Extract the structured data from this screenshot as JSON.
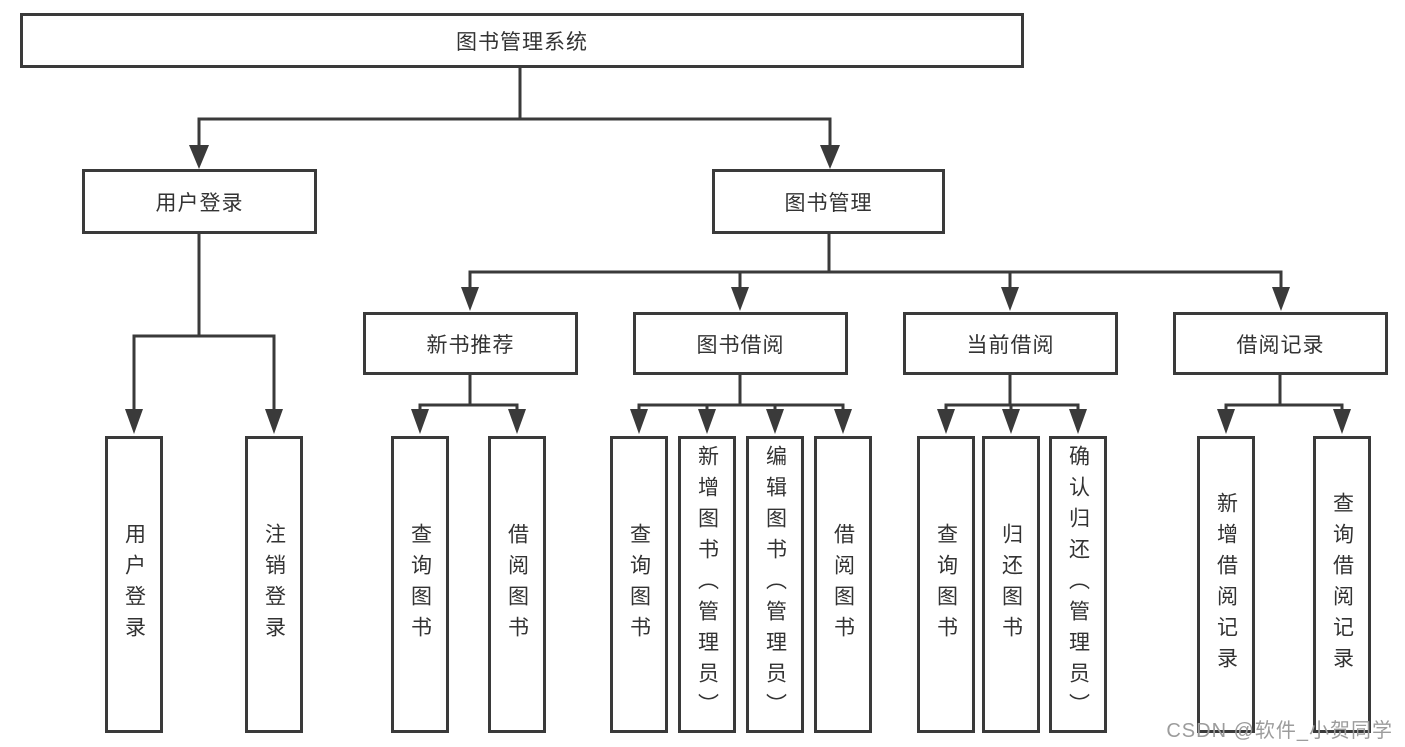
{
  "root": {
    "label": "图书管理系统"
  },
  "branches": [
    {
      "label": "用户登录",
      "children": [
        {
          "label": "用户登录"
        },
        {
          "label": "注销登录"
        }
      ]
    },
    {
      "label": "图书管理",
      "children": [
        {
          "label": "新书推荐",
          "children": [
            {
              "label": "查询图书"
            },
            {
              "label": "借阅图书"
            }
          ]
        },
        {
          "label": "图书借阅",
          "children": [
            {
              "label": "查询图书"
            },
            {
              "label": "新增图书（管理员）"
            },
            {
              "label": "编辑图书（管理员）"
            },
            {
              "label": "借阅图书"
            }
          ]
        },
        {
          "label": "当前借阅",
          "children": [
            {
              "label": "查询图书"
            },
            {
              "label": "归还图书"
            },
            {
              "label": "确认归还（管理员）"
            }
          ]
        },
        {
          "label": "借阅记录",
          "children": [
            {
              "label": "新增借阅记录"
            },
            {
              "label": "查询借阅记录"
            }
          ]
        }
      ]
    }
  ],
  "watermark": "CSDN @软件_小贺同学",
  "colors": {
    "line": "#3a3a3a",
    "text": "#333333",
    "watermark": "#9c9c9c",
    "background": "#ffffff"
  }
}
